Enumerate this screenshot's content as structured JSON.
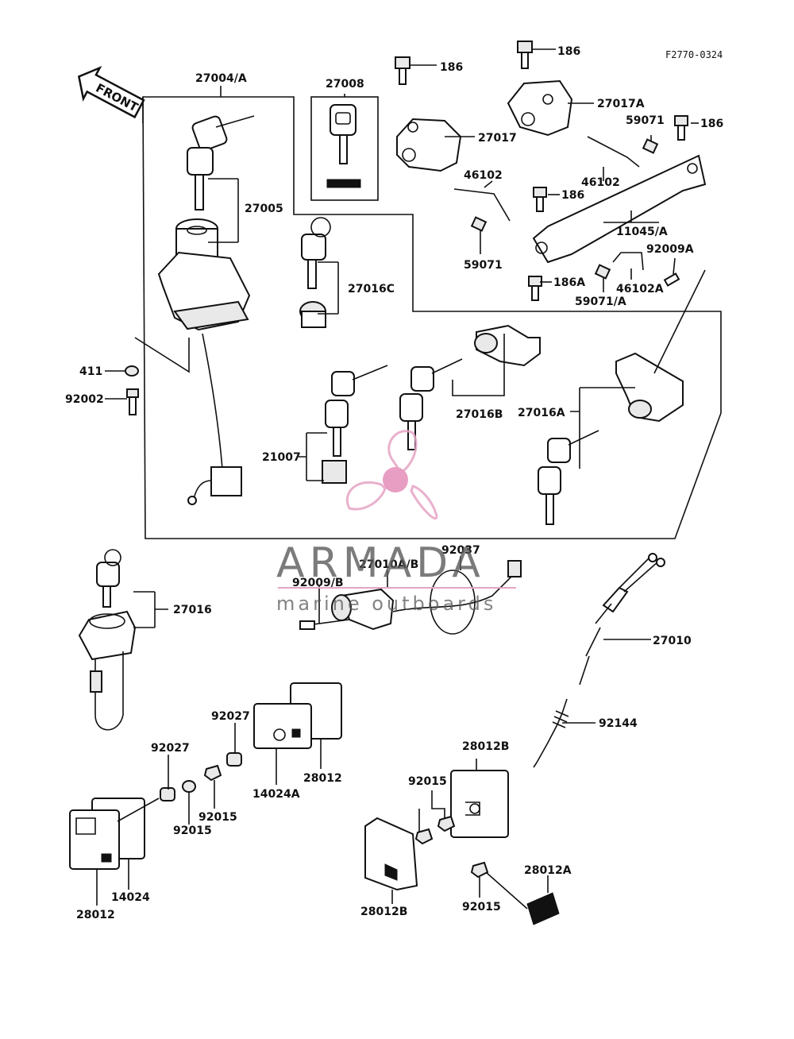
{
  "diagram_ref": "F2770-0324",
  "front_arrow_label": "FRONT",
  "watermark": {
    "brand": "ARMADA",
    "tagline": "marine outboards",
    "colors": {
      "text": "#5a5a5a",
      "logo": "#e6a3c4",
      "logo_center": "#e48cb8",
      "rule": "#e6a3c4"
    }
  },
  "parts": {
    "p27004A": "27004/A",
    "p27005": "27005",
    "p27008": "27008",
    "p186_a": "186",
    "p186_b": "186",
    "p186_c": "186",
    "p186_d": "186",
    "p186A": "186A",
    "p27017": "27017",
    "p27017A": "27017A",
    "p59071": "59071",
    "p59071_b": "59071",
    "p59071A": "59071/A",
    "p46102": "46102",
    "p46102_b": "46102",
    "p46102A": "46102A",
    "p11045A": "11045/A",
    "p92009A": "92009A",
    "p27016C": "27016C",
    "p411": "411",
    "p92002": "92002",
    "p21007": "21007",
    "p27016B": "27016B",
    "p27016A": "27016A",
    "p27016": "27016",
    "p27010AB": "27010A/B",
    "p92009B": "92009/B",
    "p92037": "92037",
    "p27010": "27010",
    "p92144": "92144",
    "p92027_a": "92027",
    "p92027_b": "92027",
    "p28012_a": "28012",
    "p14024A": "14024A",
    "p92015_a": "92015",
    "p92015_b": "92015",
    "p92015_c": "92015",
    "p92015_d": "92015",
    "p28012_b": "28012",
    "p14024": "14024",
    "p28012B_a": "28012B",
    "p28012B_b": "28012B",
    "p28012A": "28012A"
  }
}
